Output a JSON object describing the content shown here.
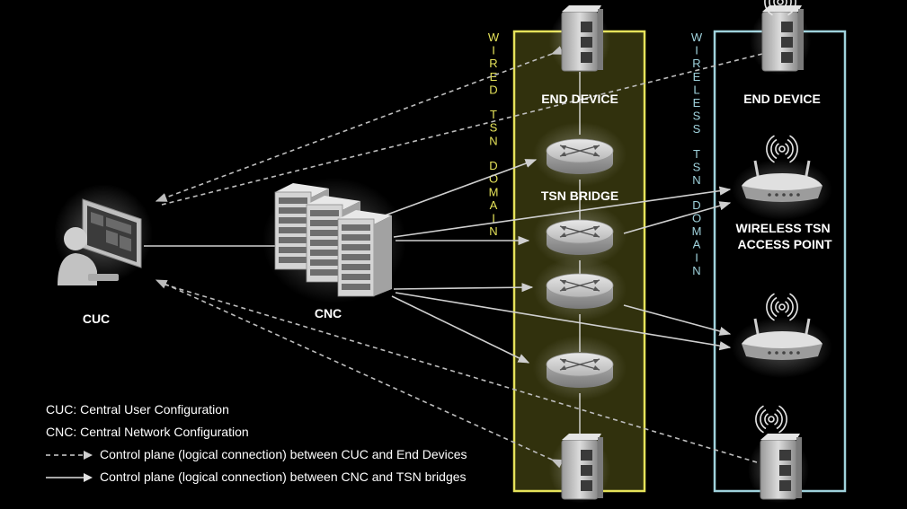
{
  "domains": {
    "wired": {
      "label": "WIRED TSN DOMAIN",
      "color": "#e6e35a"
    },
    "wireless": {
      "label": "WIRELESS TSN DOMAIN",
      "color": "#9fd2dc"
    }
  },
  "nodes": {
    "cuc": "CUC",
    "cnc": "CNC",
    "wired_end_device": "END DEVICE",
    "wireless_end_device": "END DEVICE",
    "tsn_bridge": "TSN BRIDGE",
    "wireless_access_point": "WIRELESS TSN ACCESS POINT",
    "wireless_access_point_lines": [
      "WIRELESS TSN",
      "ACCESS POINT"
    ]
  },
  "legend": {
    "cuc_def": "CUC: Central User Configuration",
    "cnc_def": "CNC: Central Network Configuration",
    "dashed_desc": "Control plane (logical connection) between CUC and End Devices",
    "solid_desc": "Control plane (logical connection) between CNC and TSN bridges"
  }
}
